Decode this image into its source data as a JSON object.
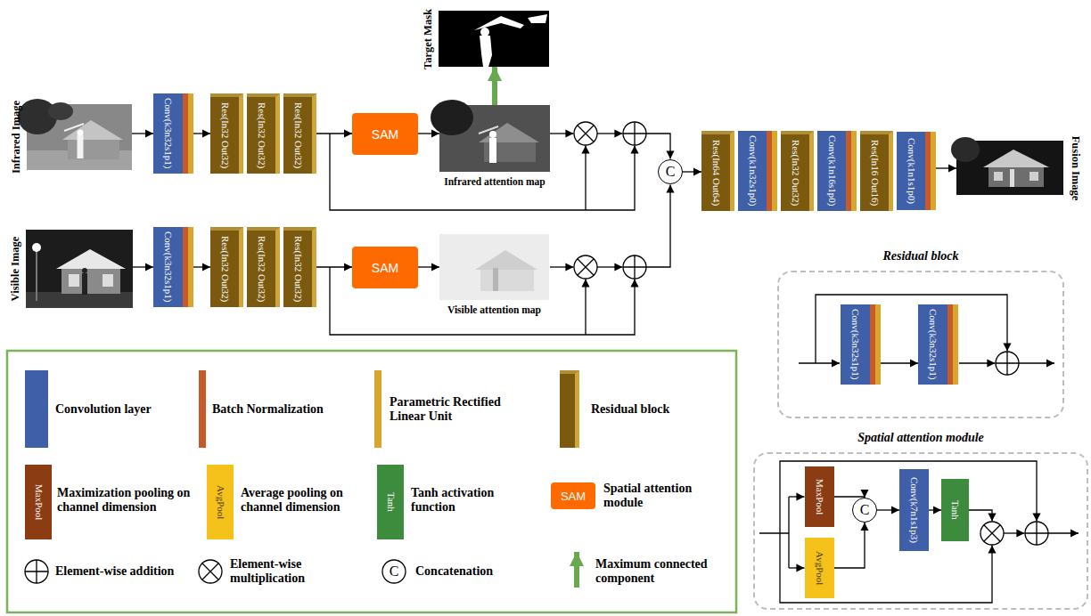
{
  "diagram": {
    "nodes": [
      {
        "text": [
          "Infrared Image"
        ]
      },
      {
        "text": [
          "Conv(k3n32s1p1)"
        ]
      },
      {
        "text": [
          "Res(In32 Out32)"
        ]
      },
      {
        "text": [
          "Res(In32 Out32)"
        ]
      },
      {
        "text": [
          "Res(In32 Out32)"
        ]
      },
      {
        "text": [
          "SAM"
        ]
      },
      {
        "text": [
          "Infrared attention map"
        ]
      },
      {
        "text": [
          "Target Mask"
        ]
      },
      {
        "text": [
          "Visible Image"
        ]
      },
      {
        "text": [
          "Conv(k3n32s1p1)"
        ]
      },
      {
        "text": [
          "Res(In32 Out32)"
        ]
      },
      {
        "text": [
          "Res(In32 Out32)"
        ]
      },
      {
        "text": [
          "Res(In32 Out32)"
        ]
      },
      {
        "text": [
          "SAM"
        ]
      },
      {
        "text": [
          "Visible attention map"
        ]
      },
      {
        "text": [
          "C"
        ]
      },
      {
        "text": [
          "Res(In64 Out64)"
        ]
      },
      {
        "text": [
          "Conv(k1n32s1p0)"
        ]
      },
      {
        "text": [
          "Res(In32 Out32)"
        ]
      },
      {
        "text": [
          "Conv(k1n16s1p0)"
        ]
      },
      {
        "text": [
          "Res(In16 Out16)"
        ]
      },
      {
        "text": [
          "Conv(k1n1s1p0)"
        ]
      },
      {
        "text": [
          "Fusion Image"
        ]
      },
      {
        "text": [
          "Residual block"
        ]
      },
      {
        "text": [
          "Conv(k3n32s1p1)"
        ],
        "in": 23
      },
      {
        "text": [
          "Conv(k3n32s1p1)"
        ],
        "in": 23
      },
      {
        "text": [
          "Spatial attention module"
        ]
      },
      {
        "text": [
          "MaxPool"
        ],
        "in": 26
      },
      {
        "text": [
          "AvgPool"
        ],
        "in": 26
      },
      {
        "text": [
          "C"
        ],
        "in": 26
      },
      {
        "text": [
          "Conv(k7n1s1p3)"
        ],
        "in": 26
      },
      {
        "text": [
          "Tanh"
        ],
        "in": 26
      }
    ],
    "edges": [
      {
        "from": 0,
        "to": 1,
        "arrow": "to"
      },
      {
        "from": 1,
        "to": 2,
        "arrow": "to"
      },
      {
        "from": 4,
        "to": 5,
        "arrow": "to"
      },
      {
        "from": 5,
        "to": 6,
        "arrow": "to"
      },
      {
        "from": 6,
        "to": 7,
        "arrow": "to"
      },
      {
        "from": 8,
        "to": 9,
        "arrow": "to"
      },
      {
        "from": 9,
        "to": 10,
        "arrow": "to"
      },
      {
        "from": 12,
        "to": 13,
        "arrow": "to"
      },
      {
        "from": 13,
        "to": 14,
        "arrow": "to"
      },
      {
        "from": 15,
        "to": 16,
        "arrow": "to"
      },
      {
        "from": 21,
        "to": 22,
        "arrow": "to"
      },
      {
        "from": 24,
        "to": 25,
        "arrow": "to"
      },
      {
        "from": 27,
        "to": 29,
        "arrow": "to"
      },
      {
        "from": 28,
        "to": 29,
        "arrow": "to"
      },
      {
        "from": 29,
        "to": 30,
        "arrow": "to"
      },
      {
        "from": 30,
        "to": 31,
        "arrow": "to"
      }
    ],
    "labels": [
      "MaxPool",
      "AvgPool",
      "Tanh",
      "SAM",
      "C"
    ],
    "legend": [
      {
        "text": "Convolution layer",
        "color": "#3f5fa8"
      },
      {
        "text": "Batch Normalization",
        "color": "#c65a28"
      },
      {
        "text": "Parametric Rectified Linear Unit",
        "color": "#d8a62c"
      },
      {
        "text": "Residual block",
        "color": "#7b5a10"
      },
      {
        "text": "Maximization pooling on channel dimension",
        "color": "#8b3c12"
      },
      {
        "text": "Average pooling on channel dimension",
        "color": "#f5c21b"
      },
      {
        "text": "Tanh activation function",
        "color": "#3d8b3d"
      },
      {
        "text": "Spatial attention module",
        "color": "#ff6a00"
      },
      {
        "text": "Element-wise addition"
      },
      {
        "text": "Element-wise multiplication"
      },
      {
        "text": "Concatenation"
      },
      {
        "text": "Maximum connected component"
      }
    ]
  }
}
